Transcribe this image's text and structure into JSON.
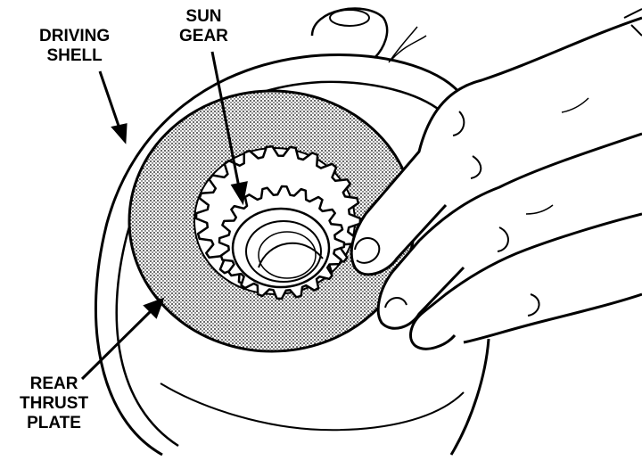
{
  "labels": {
    "driving_shell": {
      "line1": "DRIVING",
      "line2": "SHELL"
    },
    "sun_gear": {
      "line1": "SUN",
      "line2": "GEAR"
    },
    "rear_thrust_plate": {
      "line1": "REAR",
      "line2": "THRUST",
      "line3": "PLATE"
    }
  },
  "colors": {
    "ink": "#000000",
    "paper": "#ffffff",
    "stipple": "#9a9a9a"
  }
}
